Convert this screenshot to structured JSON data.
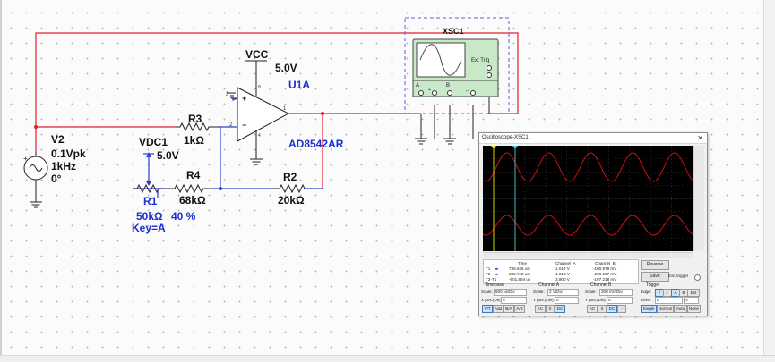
{
  "schematic": {
    "source_v2": {
      "ref": "V2",
      "amplitude": "0.1Vpk",
      "frequency": "1kHz",
      "phase": "0°"
    },
    "dc_source": {
      "ref": "VDC1",
      "voltage": "5.0V"
    },
    "vcc": {
      "label": "VCC",
      "voltage": "5.0V"
    },
    "opamp": {
      "ref": "U1A",
      "model": "AD8542AR",
      "pin_plus": "3",
      "pin_minus": "2",
      "pin_out": "1",
      "pin_top": "8",
      "pin_bottom": "4"
    },
    "r3": {
      "ref": "R3",
      "value": "1kΩ"
    },
    "r4": {
      "ref": "R4",
      "value": "68kΩ"
    },
    "r2": {
      "ref": "R2",
      "value": "20kΩ"
    },
    "r1": {
      "ref": "R1",
      "value": "50kΩ",
      "setting": "40 %",
      "key": "Key=A"
    },
    "xsc1": {
      "ref": "XSC1",
      "ext_trig": "Ext Trig",
      "ch_a": "A",
      "ch_b": "B",
      "plus": "+",
      "minus": "_"
    }
  },
  "oscilloscope": {
    "title": "Oscilloscope-XSC1",
    "close": "✕",
    "channel_a_color": "#cc1111",
    "channel_b_color": "#cc1111",
    "cursor1_color": "#e6e600",
    "cursor2_color": "#4fd0d0",
    "measurements": {
      "headers": [
        "",
        "Time",
        "Channel_A",
        "Channel_B"
      ],
      "rows": [
        {
          "label": "T1",
          "time": "738.636 us",
          "a": "1.014 V",
          "b": "-100.979 mV"
        },
        {
          "label": "T2",
          "time": "236.742 us",
          "a": "4.913 V",
          "b": "-298.197 mV"
        },
        {
          "label": "T2-T1",
          "time": "-501.894 us",
          "a": "3.900 V",
          "b": "-197.218 mV"
        }
      ]
    },
    "buttons": {
      "reverse": "Reverse",
      "save": "Save",
      "ext_trigger": "Ext. trigger"
    },
    "timebase": {
      "title": "Timebase",
      "scale_label": "Scale:",
      "scale": "500 us/Div",
      "xpos_label": "X pos.(Div):",
      "xpos": "0",
      "modes": [
        "Y/T",
        "Add",
        "B/A",
        "A/B"
      ]
    },
    "channel_a": {
      "title": "Channel A",
      "scale_label": "Scale:",
      "scale": "2  V/Div",
      "ypos_label": "Y pos.(Div):",
      "ypos": "0",
      "coupling": [
        "AC",
        "0",
        "DC"
      ]
    },
    "channel_b": {
      "title": "Channel B",
      "scale_label": "Scale:",
      "scale": "200 mV/Div",
      "ypos_label": "Y pos.(Div):",
      "ypos": "0",
      "coupling": [
        "AC",
        "0",
        "DC",
        "-"
      ]
    },
    "trigger": {
      "title": "Trigger",
      "edge_label": "Edge:",
      "edges": [
        "⨍",
        "⌐",
        "A",
        "B",
        "Ext"
      ],
      "level_label": "Level:",
      "level": "0",
      "level_unit": "V",
      "modes": [
        "Single",
        "Normal",
        "Auto",
        "None"
      ]
    }
  }
}
